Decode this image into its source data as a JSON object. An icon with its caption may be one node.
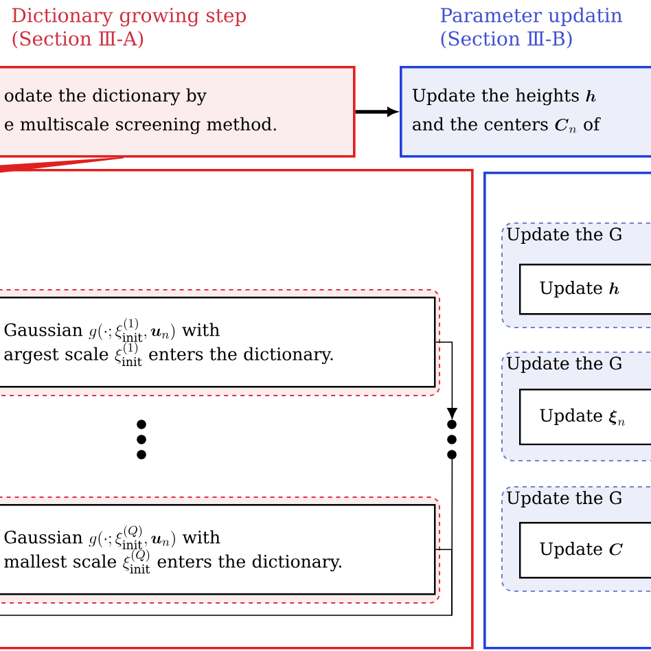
{
  "diagram": {
    "nodes": [
      {
        "text": [
          "\\begin{array}{@{}l@{}}\\text{Dictionary growing step}\\\\\\text{(Section Ⅲ-A)}\\end{array}",
          "\\begin{array}{@{}l@{}}\\text{odate the dictionary by}\\\\[6pt]\\text{e multiscale screening method.}\\end{array}"
        ]
      },
      {
        "text": [
          "\\begin{array}{@{}l@{}}\\text{Parameter updatin}\\\\\\text{(Section Ⅲ-B)}\\end{array}",
          "\\begin{array}{@{}l@{}}\\text{Update the heights }\\boldsymbol{h}\\\\[6pt]\\text{and the centers }\\boldsymbol{C}_n\\text{ of}\\end{array}"
        ]
      },
      {
        "text": [],
        "shape": "box"
      },
      {
        "text": [
          "\\begin{array}{@{}l@{}}\\text{Gaussian }g(\\cdot;\\xi_{\\mathrm{init}}^{(1)},\\boldsymbol{u}_n)\\text{ with}\\\\\\text{argest scale }\\xi_{\\mathrm{init}}^{(1)}\\text{ enters the dictionary.}\\end{array}"
        ],
        "in": 2
      },
      {
        "text": [],
        "shape": "dots",
        "in": 2
      },
      {
        "text": [
          "\\begin{array}{@{}l@{}}\\text{Gaussian }g(\\cdot;\\xi_{\\mathrm{init}}^{(Q)},\\boldsymbol{u}_n)\\text{ with}\\\\\\text{mallest scale }\\xi_{\\mathrm{init}}^{(Q)}\\text{ enters the dictionary.}\\end{array}"
        ],
        "in": 2
      },
      {
        "text": [],
        "shape": "box"
      },
      {
        "text": [
          "\\text{Update the G}"
        ],
        "in": 6
      },
      {
        "text": [
          "\\text{Update }\\boldsymbol{h}"
        ],
        "in": 7
      },
      {
        "text": [
          "\\text{Update the G}"
        ],
        "in": 6
      },
      {
        "text": [
          "\\text{Update }\\boldsymbol{\\xi}_n"
        ],
        "in": 9
      },
      {
        "text": [
          "\\text{Update the G}"
        ],
        "in": 6
      },
      {
        "text": [
          "\\text{Update }\\boldsymbol{C}"
        ],
        "in": 11
      }
    ],
    "edges": [
      {
        "from": 0,
        "to": 1,
        "arrow": "to",
        "style": "thick"
      },
      {
        "from": 0,
        "to": 2,
        "arrow": "none",
        "color": "#e02020"
      },
      {
        "from": 3,
        "to": 4,
        "arrow": "to"
      },
      {
        "from": 4,
        "to": null,
        "arrow": "none"
      },
      {
        "from": 5,
        "to": null,
        "arrow": "none"
      }
    ]
  }
}
